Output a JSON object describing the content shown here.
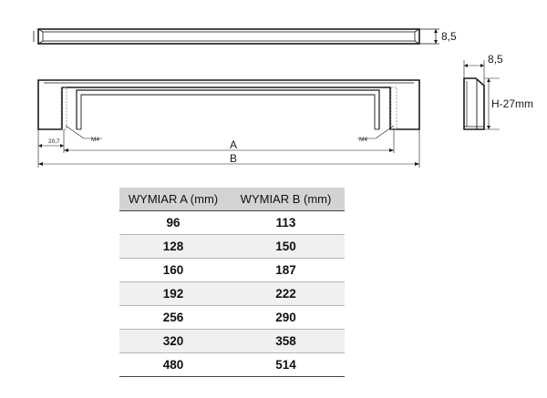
{
  "drawing": {
    "dim_thickness": "8,5",
    "dim_depth": "8,5",
    "dim_height": "H-27mm",
    "dim_offset": "20,7",
    "thread_left": "M4",
    "thread_right": "M4",
    "dim_a": "A",
    "dim_b": "B"
  },
  "table": {
    "headers": [
      "WYMIAR A (mm)",
      "WYMIAR B (mm)"
    ],
    "rows": [
      [
        "96",
        "113"
      ],
      [
        "128",
        "150"
      ],
      [
        "160",
        "187"
      ],
      [
        "192",
        "222"
      ],
      [
        "256",
        "290"
      ],
      [
        "320",
        "358"
      ],
      [
        "480",
        "514"
      ]
    ]
  }
}
